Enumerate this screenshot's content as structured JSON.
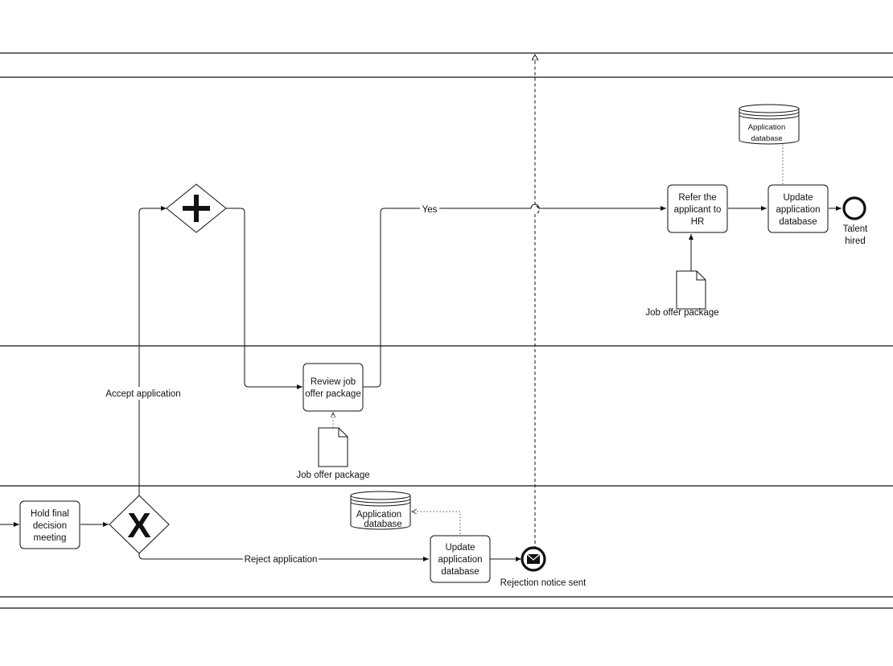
{
  "tasks": {
    "hold_meeting": [
      "Hold final",
      "decision",
      "meeting"
    ],
    "review_offer": [
      "Review job",
      "offer package"
    ],
    "refer_hr": [
      "Refer the",
      "applicant to",
      "HR"
    ],
    "update_db_hr": [
      "Update",
      "application",
      "database"
    ],
    "update_db_reject": [
      "Update",
      "application",
      "database"
    ]
  },
  "gateways": {
    "exclusive_symbol": "X",
    "parallel_symbol": "+"
  },
  "flow_labels": {
    "accept": "Accept application",
    "reject": "Reject application",
    "yes": "Yes"
  },
  "data_objects": {
    "offer_top": "Job offer package",
    "offer_mid": "Job offer package"
  },
  "data_stores": {
    "top": [
      "Application",
      "database"
    ],
    "bottom": [
      "Application",
      "database"
    ]
  },
  "events": {
    "talent_hired": [
      "Talent",
      "hired"
    ],
    "rejection_sent": "Rejection notice sent"
  }
}
